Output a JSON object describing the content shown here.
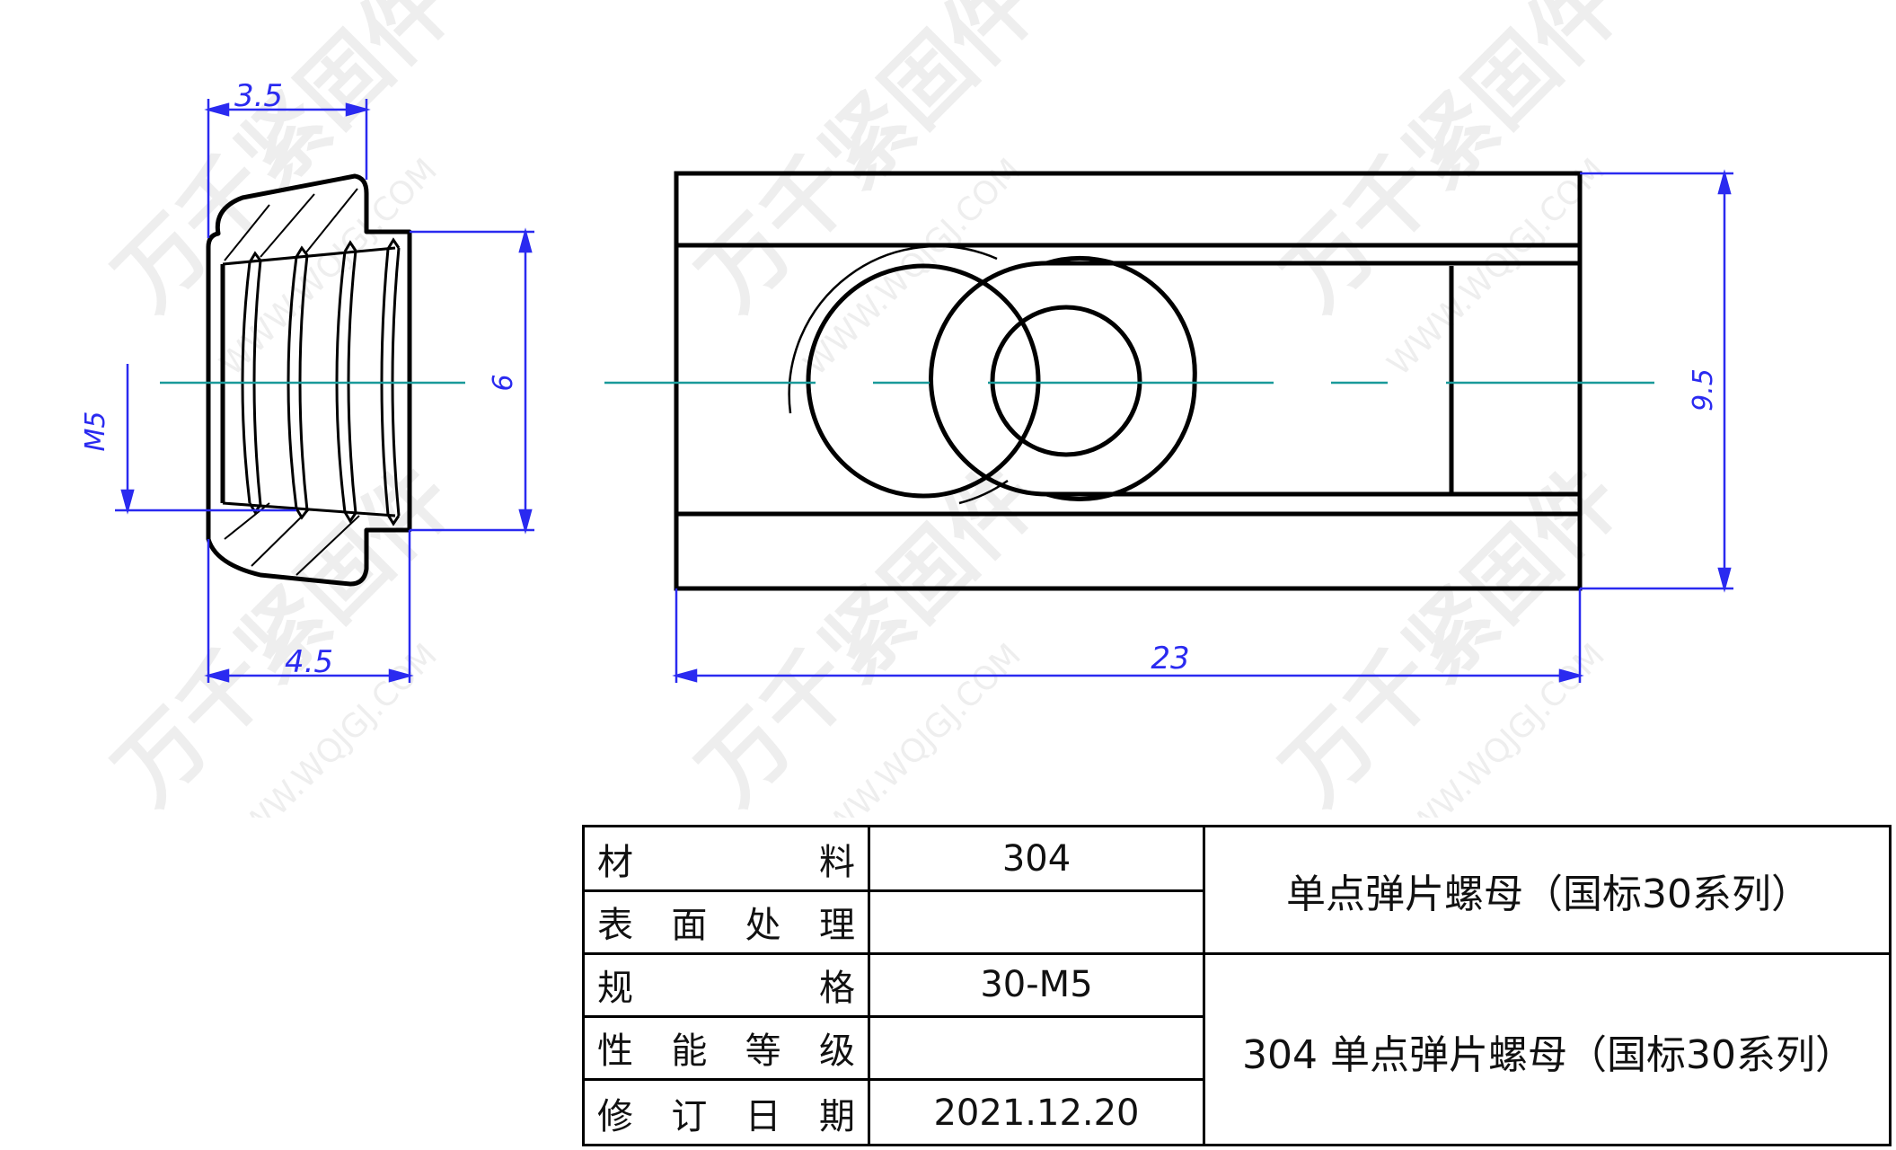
{
  "watermark": {
    "brand": "万千紧固件",
    "site": "WWW.WQJGJ.COM"
  },
  "dimensions": {
    "side_top_width": "3.5",
    "side_bottom_width": "4.5",
    "side_height": "6",
    "thread": "M5",
    "front_height": "9.5",
    "front_length": "23"
  },
  "title_block": {
    "rows": [
      {
        "label_chars": [
          "材",
          "料"
        ],
        "value": "304"
      },
      {
        "label_chars": [
          "表",
          "面",
          "处",
          "理"
        ],
        "value": ""
      },
      {
        "label_chars": [
          "规",
          "格"
        ],
        "value": "30-M5"
      },
      {
        "label_chars": [
          "性",
          "能",
          "等",
          "级"
        ],
        "value": ""
      },
      {
        "label_chars": [
          "修",
          "订",
          "日",
          "期"
        ],
        "value": "2021.12.20"
      }
    ],
    "name": "单点弹片螺母（国标30系列）",
    "full_name": "304 单点弹片螺母（国标30系列）"
  },
  "colors": {
    "outline": "#000000",
    "dimension": "#2a2af0",
    "centerline": "#1a9a9a"
  }
}
